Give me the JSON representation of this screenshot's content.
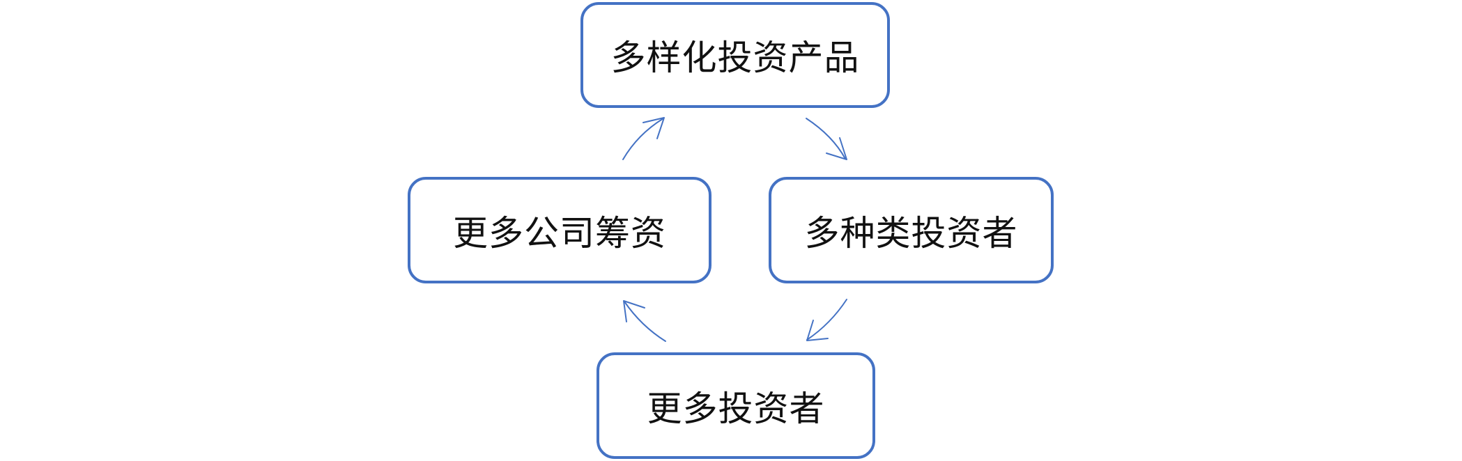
{
  "diagram": {
    "accent_color": "#4472c4",
    "nodes": {
      "top": "多样化投资产品",
      "right": "多种类投资者",
      "bottom": "更多投资者",
      "left": "更多公司筹资"
    },
    "edges": [
      {
        "from": "top",
        "to": "right"
      },
      {
        "from": "right",
        "to": "bottom"
      },
      {
        "from": "bottom",
        "to": "left"
      },
      {
        "from": "left",
        "to": "top"
      }
    ]
  }
}
